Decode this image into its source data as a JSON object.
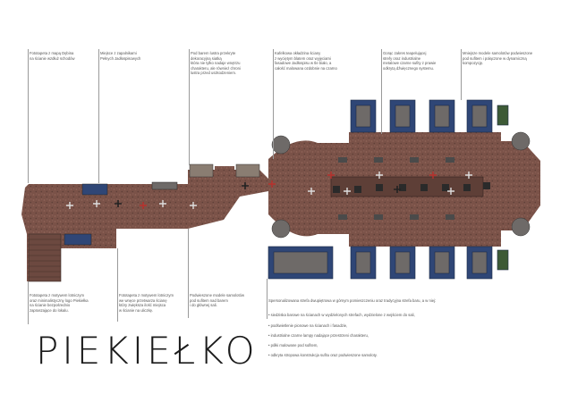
{
  "title": "PIEKIEŁKO",
  "colors": {
    "floor": "#7a5248",
    "floor_dark": "#5e3f37",
    "booth_blue": "#2f4676",
    "booth_green": "#3d5a36",
    "seat": "#6e6a68",
    "accent_red": "#b8302c"
  },
  "notes_top": [
    {
      "text": "Fototapeta z mapą Dębina\nna ścianie wzdłuż schodów"
    },
    {
      "text": "Miejsce z zapalnikami\nPełnych Jadłospisowych"
    },
    {
      "text": "Pod barem lustra przekryte\ndekoracyjną siatką\nktóra nie tylko nadaje wnętrzu\ncharakteru, ale również chroni\nlustra przed uszkodzeniem."
    },
    {
      "text": "Kafelkowa okładzina ściany\nz wyciętym blatem oraz wyjęciami\nfasadowe Jadłospisu w tle biało, a\ncałość malowana ozdobnie na czarno"
    },
    {
      "text": "Gorąc zakres teapelującej\nstrefy oraz industrialne\nmetalowe czarne sufity z prawie\nodkrytą dźwięcznego systemu."
    },
    {
      "text": "Mniejsze modele samolotów podwieszone\npod sufitem i połączone w dynamiczną\nkompozycję."
    }
  ],
  "notes_bottom": [
    {
      "text": "Fototapeta z motywem lotniczym\noraz minimalistyczny logo Piekiełka\nna ścianie bezpośrednio\nzapraszające do lokalu."
    },
    {
      "text": "Fototapeta z motywem lotniczym\nwe wnęce przetwarza ścianę\nktóry zwiększa ilość miejsca\nw ścianie na uliczkę."
    },
    {
      "text": "Podwieszone modele samolotów\npod sufitem nad barem\ni do głównej sali."
    }
  ],
  "note_main": {
    "intro": "Spersonalizowana strefa dwupiętrowa w górnym pomieszczeniu oraz tradycyjna strefa baru, a w niej:",
    "items": [
      "• siedziska barowe na ścianach w wydzielonych strefach, wydzielone z wejściem do sali,",
      "• podświetlenie pionowe na ścianach i fasadzie,",
      "• industrialne czarne lampy nadające przestrzeni charakteru,",
      "• półki malowane pod sufitem,",
      "• odkryta stropowa konstrukcja sufitu oraz podwieszone samoloty."
    ]
  }
}
